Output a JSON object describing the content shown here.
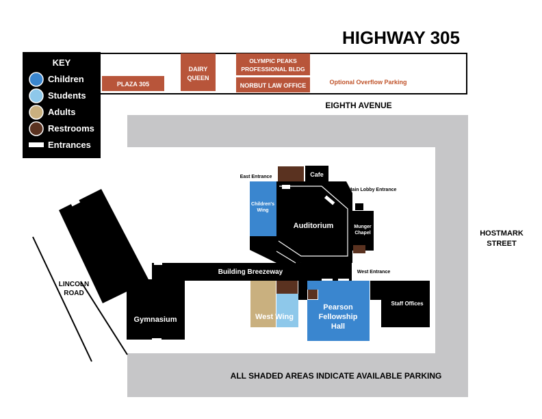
{
  "title": "HIGHWAY 305",
  "key": {
    "heading": "KEY",
    "items": [
      {
        "label": "Children",
        "color": "#3a86cf",
        "icon": "children-circle-icon"
      },
      {
        "label": "Students",
        "color": "#8ec8ea",
        "icon": "students-circle-icon"
      },
      {
        "label": "Adults",
        "color": "#c9b07f",
        "icon": "adults-circle-icon"
      },
      {
        "label": "Restrooms",
        "color": "#5a3220",
        "icon": "restrooms-circle-icon"
      },
      {
        "label": "Entrances",
        "color": "#ffffff",
        "icon": "entrance-bar-icon"
      }
    ]
  },
  "businesses": {
    "plaza": "PLAZA 305",
    "dairy_queen": [
      "DAIRY",
      "QUEEN"
    ],
    "olympic": [
      "OLYMPIC PEAKS",
      "PROFESSIONAL BLDG"
    ],
    "norbut": "NORBUT LAW OFFICE",
    "overflow": "Optional Overflow Parking"
  },
  "streets": {
    "eighth": "EIGHTH AVENUE",
    "hostmark": [
      "HOSTMARK",
      "STREET"
    ],
    "lincoln": [
      "LINCOLN",
      "ROAD"
    ]
  },
  "labels": {
    "east_entrance": "East Entrance",
    "cafe": "Cafe",
    "main_lobby": "Main Lobby Entrance",
    "childrens_wing": [
      "Children's",
      "Wing"
    ],
    "auditorium": "Auditorium",
    "munger": [
      "Munger",
      "Chapel"
    ],
    "breezeway": "Building Breezeway",
    "west_entrance": "West Entrance",
    "gymnasium": "Gymnasium",
    "west_wing": "West Wing",
    "pearson": [
      "Pearson",
      "Fellowship",
      "Hall"
    ],
    "staff": "Staff Offices"
  },
  "footer": "ALL SHADED AREAS INDICATE AVAILABLE PARKING",
  "colors": {
    "building": "#000000",
    "parking": "#c6c6c8",
    "business": "#b8553a",
    "overflow_text": "#c0542b",
    "children": "#3a86cf",
    "students": "#8ec8ea",
    "adults": "#c9b07f",
    "restroom": "#5a3220"
  }
}
